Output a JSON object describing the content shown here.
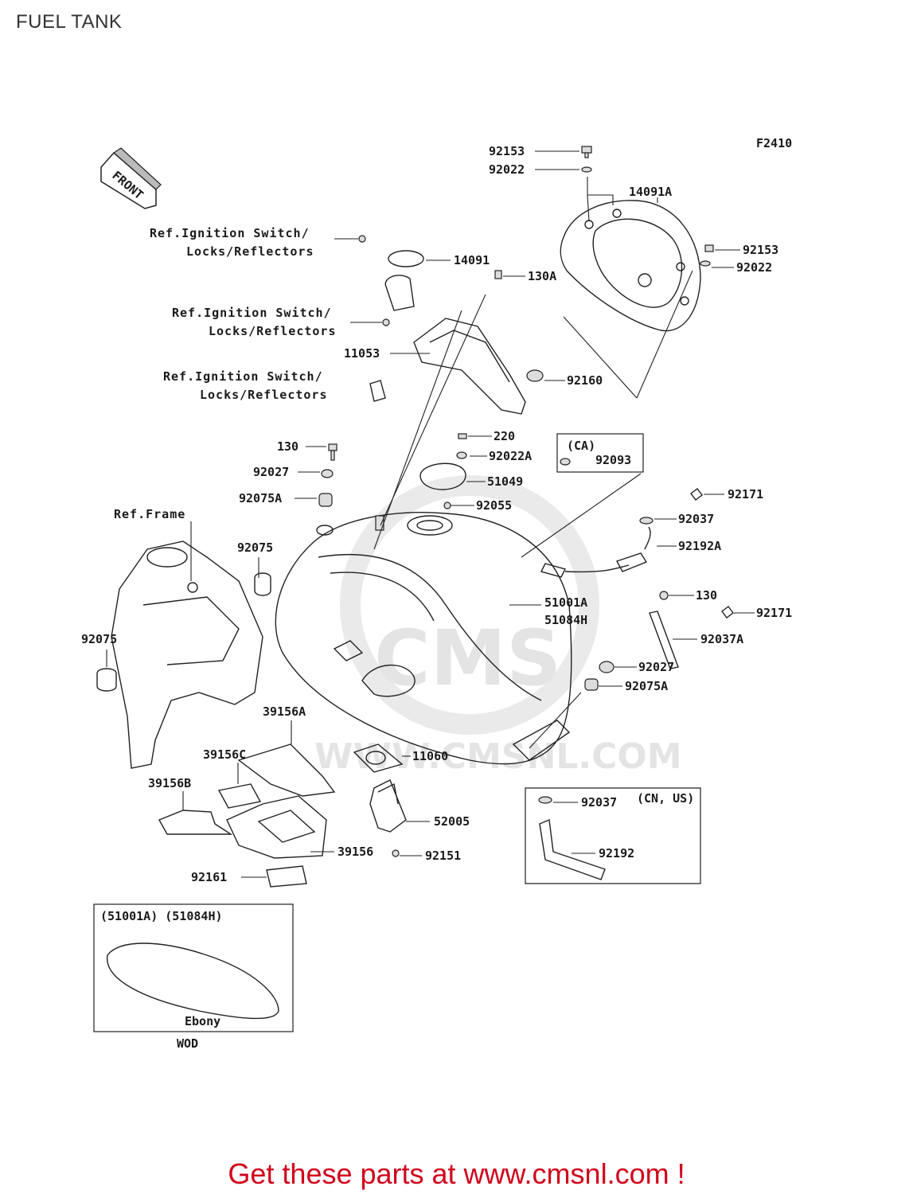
{
  "header": {
    "title": "FUEL TANK"
  },
  "diagram": {
    "code": "F2410",
    "front_label": "FRONT",
    "refs": {
      "ignition_1": [
        "Ref.Ignition Switch/",
        "Locks/Reflectors"
      ],
      "ignition_2": [
        "Ref.Ignition Switch/",
        "Locks/Reflectors"
      ],
      "ignition_3": [
        "Ref.Ignition Switch/",
        "Locks/Reflectors"
      ],
      "frame": "Ref.Frame"
    },
    "parts": {
      "p92153a": "92153",
      "p92022a": "92022",
      "p14091a": "14091A",
      "p92153b": "92153",
      "p92022b": "92022",
      "p14091": "14091",
      "p130a": "130A",
      "p11053": "11053",
      "p92160": "92160",
      "p220": "220",
      "p130": "130",
      "p92022aa": "92022A",
      "p92027a": "92027",
      "p51049": "51049",
      "p92075aa": "92075A",
      "p92055": "92055",
      "p92171a": "92171",
      "p92037a": "92037",
      "p92192a": "92192A",
      "p92075a": "92075",
      "p130b": "130",
      "p51001a": "51001A",
      "p51084h": "51084H",
      "p92171b": "92171",
      "p92075b": "92075",
      "p92037aa": "92037A",
      "p92027b": "92027",
      "p92075ab": "92075A",
      "p39156a": "39156A",
      "p39156c": "39156C",
      "p11060": "11060",
      "p39156b": "39156B",
      "p92037b": "92037",
      "p52005": "52005",
      "p39156": "39156",
      "p92151": "92151",
      "p92192": "92192",
      "p92161": "92161",
      "p92093": "92093"
    },
    "boxes": {
      "ca_label": "(CA)",
      "cn_us_label": "(CN, US)",
      "inset_header": "(51001A) (51084H)",
      "inset_part": "Ebony",
      "inset_code": "WOD"
    },
    "watermark": {
      "brand": "CMS",
      "url": "WWW.CMSNL.COM"
    }
  },
  "footer": {
    "text": "Get these parts at www.cmsnl.com !"
  }
}
